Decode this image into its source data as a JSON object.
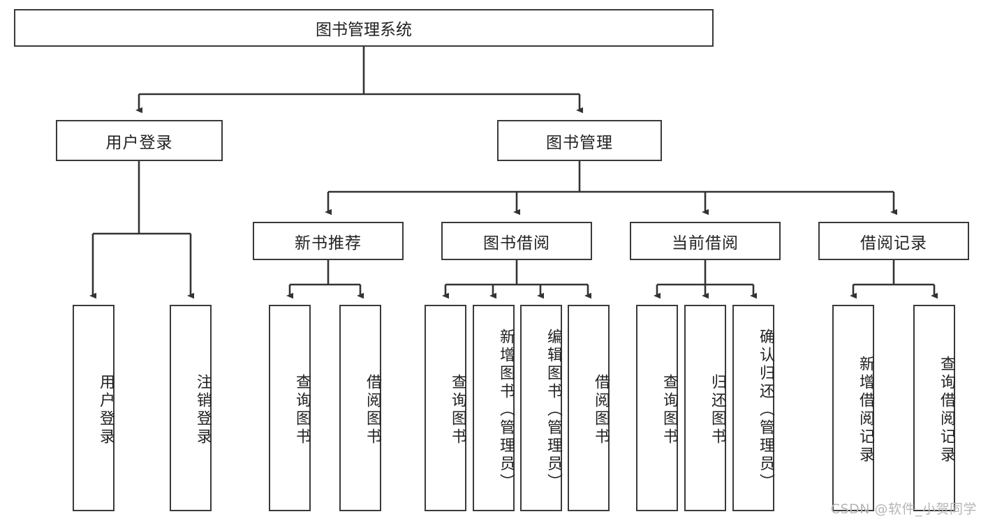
{
  "diagram": {
    "type": "tree-hierarchy",
    "title": "图书管理系统",
    "watermark": "CSDN @软件_小贺同学",
    "colors": {
      "box_border": "#3a3a3a",
      "box_fill": "#ffffff",
      "connector": "#333333",
      "text": "#222222",
      "watermark": "#b6b6b6",
      "background": "#ffffff"
    },
    "root": {
      "label": "图书管理系统"
    },
    "level2": [
      {
        "label": "用户登录"
      },
      {
        "label": "图书管理"
      }
    ],
    "level3": [
      {
        "label": "新书推荐"
      },
      {
        "label": "图书借阅"
      },
      {
        "label": "当前借阅"
      },
      {
        "label": "借阅记录"
      }
    ],
    "leaves": {
      "user_login": [
        {
          "label": "用户登录"
        },
        {
          "label": "注销登录"
        }
      ],
      "new_book": [
        {
          "label": "查询图书"
        },
        {
          "label": "借阅图书"
        }
      ],
      "borrow": [
        {
          "label": "查询图书"
        },
        {
          "label": "新增图书（管理员）"
        },
        {
          "label": "编辑图书（管理员）"
        },
        {
          "label": "借阅图书"
        }
      ],
      "current": [
        {
          "label": "查询图书"
        },
        {
          "label": "归还图书"
        },
        {
          "label": "确认归还（管理员）"
        }
      ],
      "records": [
        {
          "label": "新增借阅记录"
        },
        {
          "label": "查询借阅记录"
        }
      ]
    }
  }
}
